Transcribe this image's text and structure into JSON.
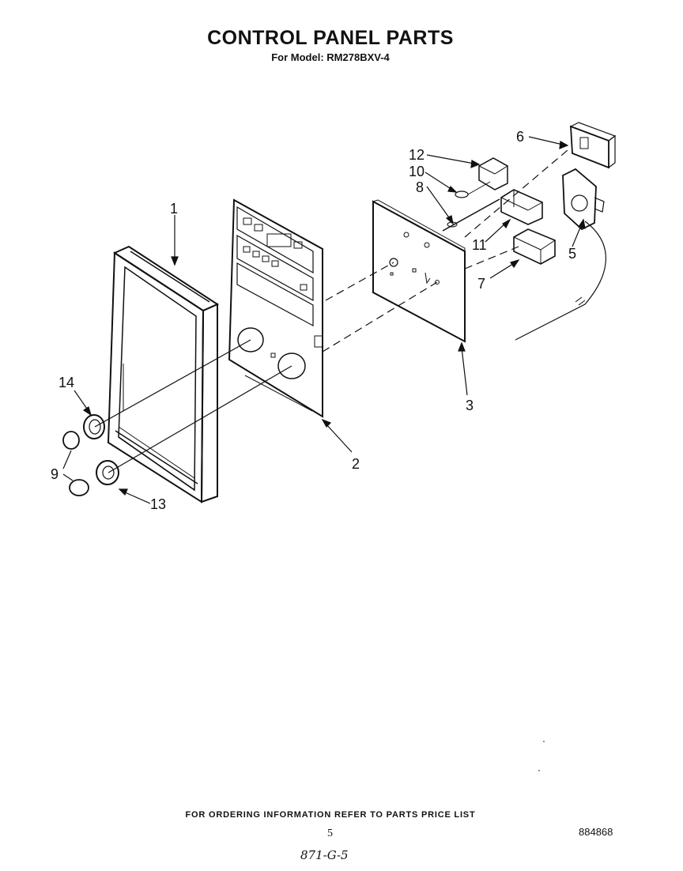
{
  "header": {
    "title": "CONTROL PANEL PARTS",
    "model_line": "For Model: RM278BXV-4"
  },
  "callouts": [
    "1",
    "2",
    "3",
    "5",
    "6",
    "7",
    "8",
    "9",
    "10",
    "11",
    "12",
    "13",
    "14"
  ],
  "footer": {
    "ordering_note": "FOR ORDERING INFORMATION REFER TO PARTS PRICE LIST",
    "page_number": "5",
    "reference_number": "884868",
    "handwritten_note": "871-G-5"
  }
}
